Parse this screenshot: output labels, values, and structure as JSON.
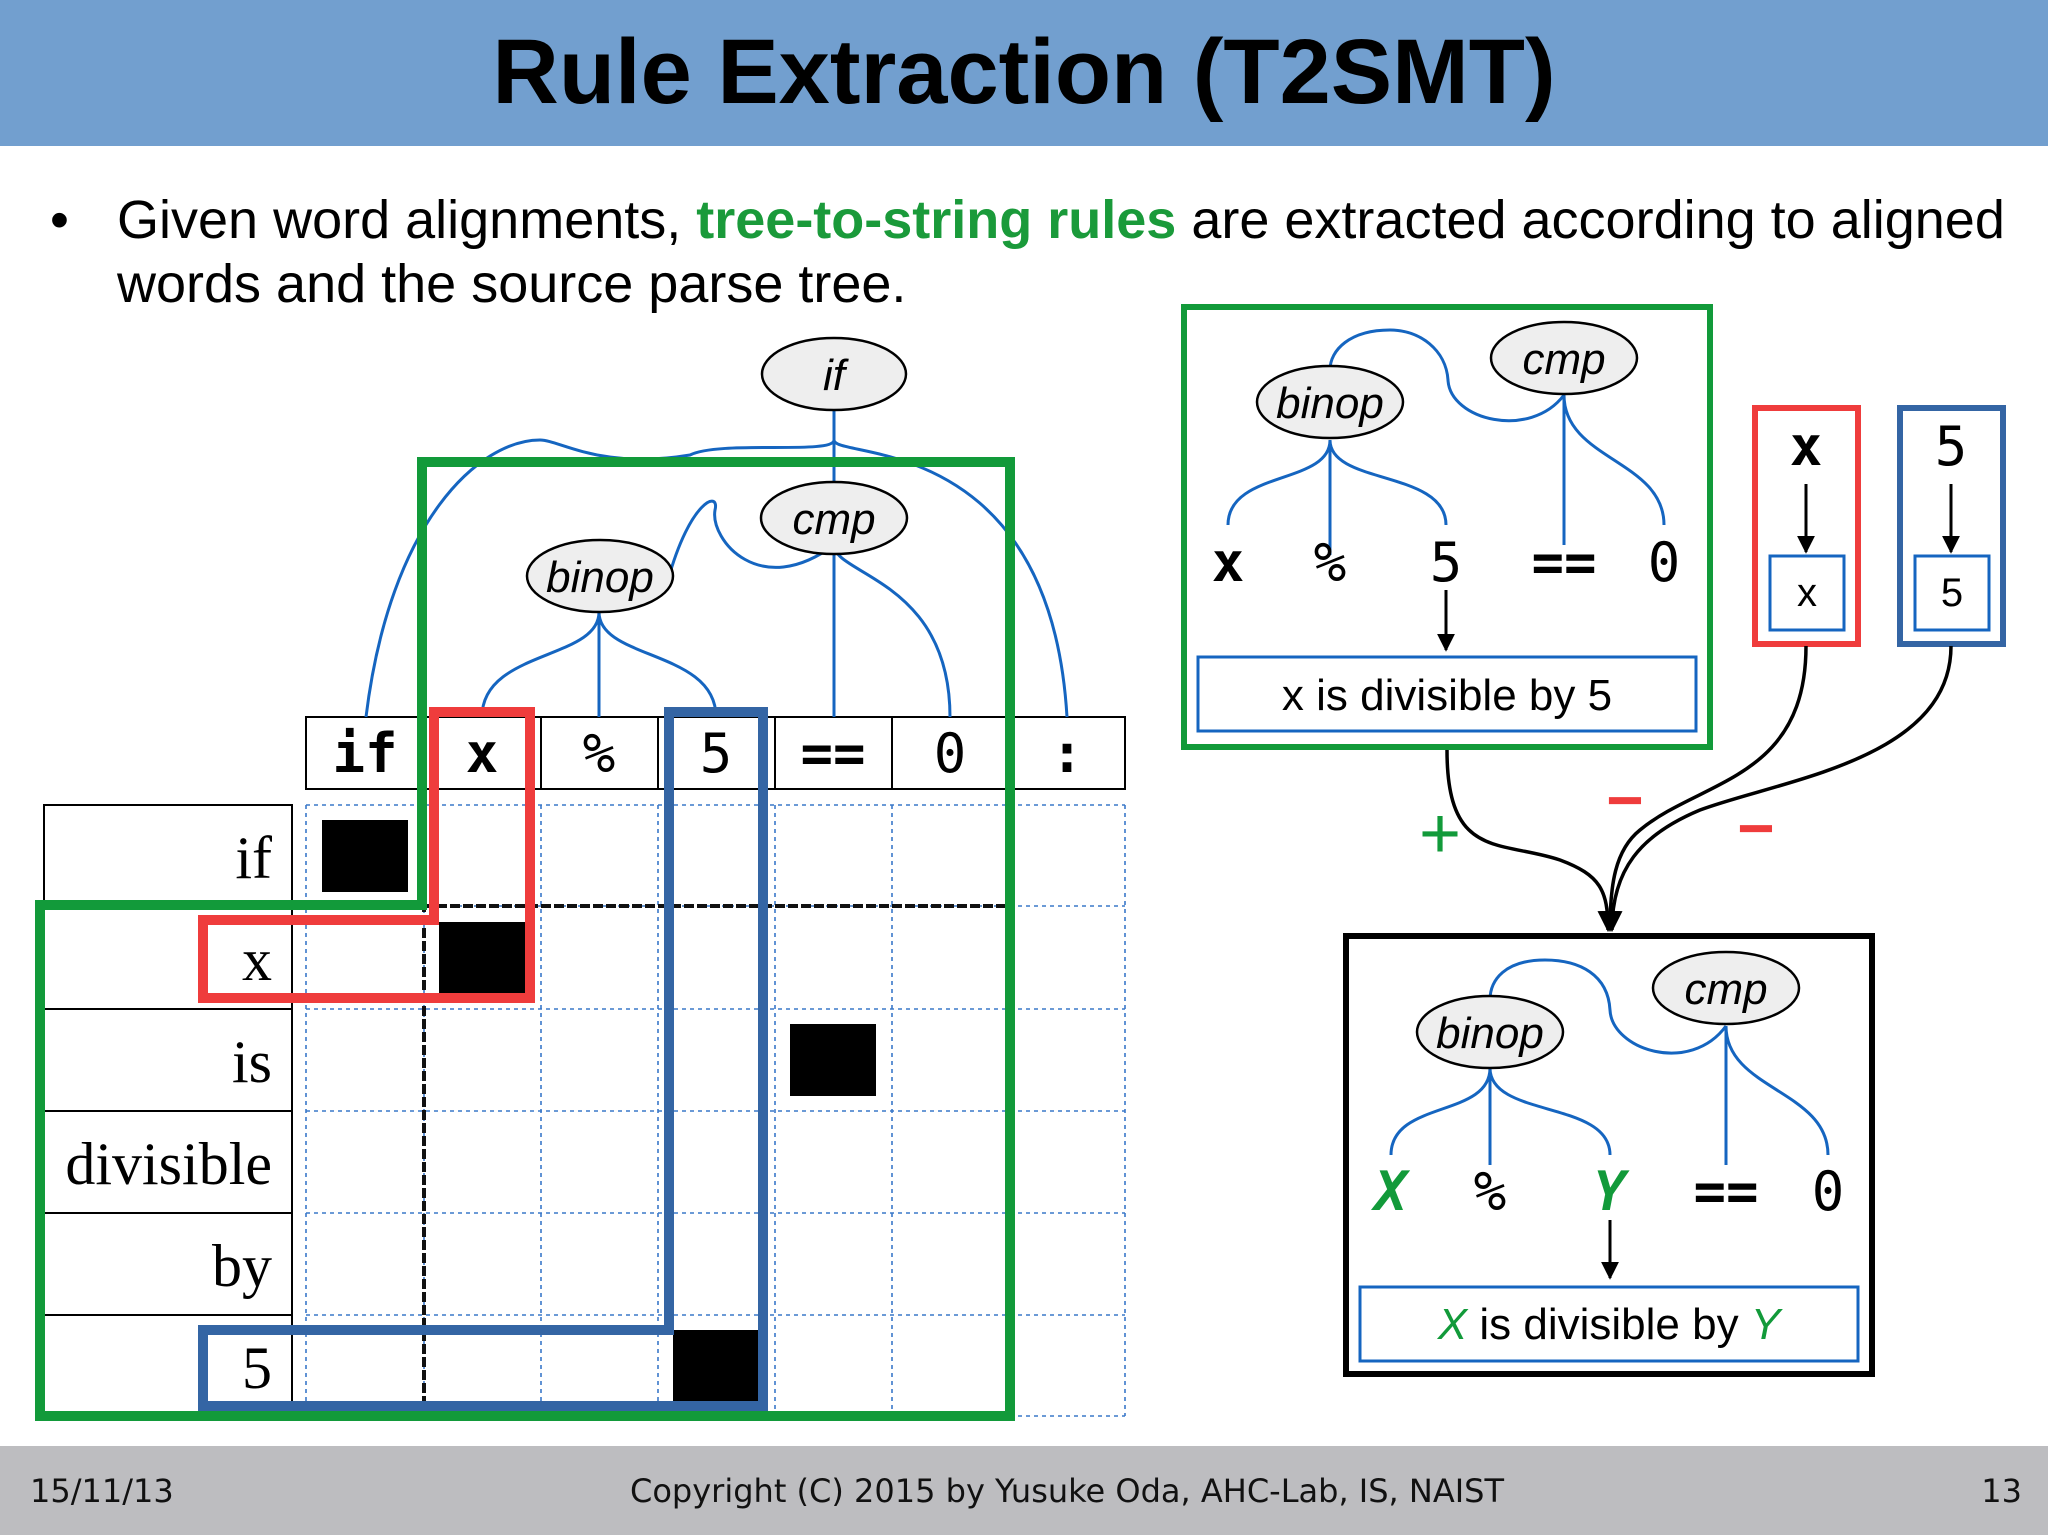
{
  "slide": {
    "title": "Rule Extraction (T2SMT)",
    "bullet_pre": "Given word alignments, ",
    "bullet_hl": "tree-to-string rules",
    "bullet_post": " are extracted according to aligned words and the source parse tree.",
    "highlight_color": "#1a9a3a"
  },
  "matrix": {
    "source_tokens": [
      "if",
      "x",
      "%",
      "5",
      "==",
      "0",
      ":"
    ],
    "target_words": [
      "if",
      "x",
      "is",
      "divisible",
      "by",
      "5"
    ],
    "alignments": [
      [
        0,
        0
      ],
      [
        1,
        1
      ],
      [
        2,
        4
      ],
      [
        5,
        3
      ]
    ],
    "tree_nodes": [
      "if",
      "binop",
      "cmp"
    ]
  },
  "rule_box": {
    "tree_nodes": [
      "binop",
      "cmp"
    ],
    "tokens": [
      "x",
      "%",
      "5",
      "==",
      "0"
    ],
    "translation": "x is divisible by 5"
  },
  "sub_rules": [
    {
      "source": "x",
      "target": "x"
    },
    {
      "source": "5",
      "target": "5"
    }
  ],
  "signs": {
    "plus": "+",
    "minus1": "−",
    "minus2": "−"
  },
  "result_box": {
    "tree_nodes": [
      "binop",
      "cmp"
    ],
    "tokens": [
      "X",
      "%",
      "Y",
      "==",
      "0"
    ],
    "translation_var1": "X",
    "translation_mid": " is divisible by ",
    "translation_var2": "Y"
  },
  "colors": {
    "header": "#729fcf",
    "green": "#129a3a",
    "red": "#ef3c3c",
    "blue": "#3465a4",
    "tree": "#1565c0",
    "footer": "#bdbdc0"
  },
  "footer": {
    "date": "15/11/13",
    "copyright": "Copyright (C) 2015 by Yusuke Oda, AHC-Lab, IS, NAIST",
    "page": "13"
  }
}
